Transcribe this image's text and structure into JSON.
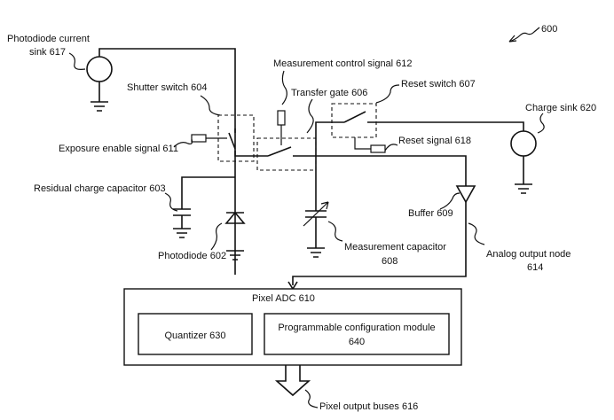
{
  "figure_number": "600",
  "labels": {
    "photodiode_current_sink": [
      "Photodiode current",
      "sink 617"
    ],
    "shutter_switch": "Shutter switch 604",
    "measurement_control_signal": "Measurement control signal 612",
    "transfer_gate": "Transfer gate 606",
    "reset_switch": "Reset switch 607",
    "charge_sink": "Charge sink 620",
    "exposure_enable_signal": "Exposure enable signal 611",
    "reset_signal": "Reset signal 618",
    "residual_charge_capacitor": "Residual charge capacitor 603",
    "buffer": "Buffer 609",
    "photodiode": "Photodiode 602",
    "measurement_capacitor": [
      "Measurement capacitor",
      "608"
    ],
    "analog_output_node": [
      "Analog output node",
      "614"
    ],
    "pixel_output_buses": "Pixel output buses 616"
  },
  "blocks": {
    "pixel_adc": "Pixel ADC 610",
    "quantizer": "Quantizer 630",
    "programmable_module": [
      "Programmable configuration module",
      "640"
    ]
  }
}
